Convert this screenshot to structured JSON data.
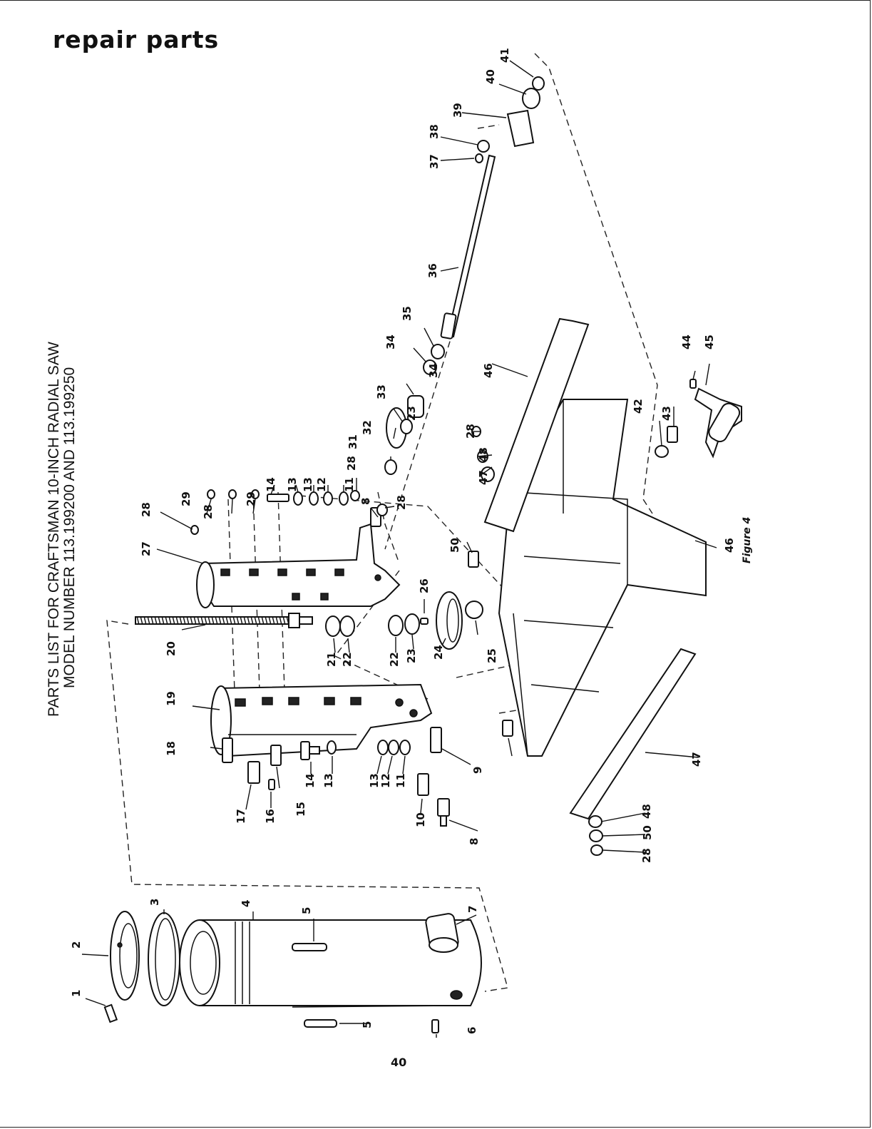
{
  "header": {
    "title": "repair parts"
  },
  "parts_list": {
    "line1": "PARTS LIST FOR CRAFTSMAN 10-INCH RADIAL SAW",
    "line2": "MODEL NUMBER 113.199200 AND 113.199250"
  },
  "figure": {
    "label": "Figure 4"
  },
  "footer": {
    "page_number": "40"
  },
  "callouts": [
    "1",
    "2",
    "3",
    "4",
    "5",
    "5",
    "6",
    "7",
    "8",
    "8",
    "9",
    "10",
    "11",
    "11",
    "12",
    "12",
    "13",
    "13",
    "13",
    "13",
    "14",
    "14",
    "15",
    "16",
    "17",
    "18",
    "19",
    "20",
    "21",
    "22",
    "22",
    "23",
    "23",
    "24",
    "25",
    "26",
    "27",
    "28",
    "28",
    "28",
    "28",
    "28",
    "28",
    "29",
    "29",
    "31",
    "32",
    "33",
    "34",
    "34",
    "35",
    "36",
    "37",
    "38",
    "39",
    "40",
    "41",
    "42",
    "43",
    "44",
    "45",
    "46",
    "46",
    "47",
    "47",
    "48",
    "48",
    "50",
    "50"
  ]
}
